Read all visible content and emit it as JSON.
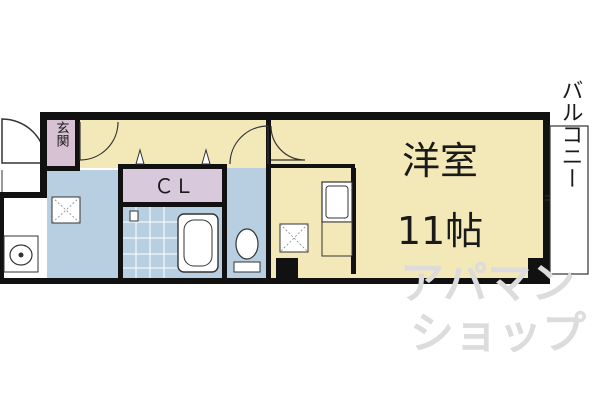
{
  "rooms": {
    "genkan": "玄関",
    "closet": "ＣＬ",
    "western_room_name": "洋室",
    "western_room_size": "11帖"
  },
  "balcony": {
    "label": "バルコニー"
  },
  "watermark": {
    "line1": "アパマン",
    "line2": "ショップ"
  },
  "colors": {
    "wall": "#111111",
    "wet_area": "#b8cfe2",
    "floor": "#f3e8b7",
    "genkan": "#d7c2d3",
    "closet": "#d8c9dc",
    "background": "#ffffff"
  }
}
